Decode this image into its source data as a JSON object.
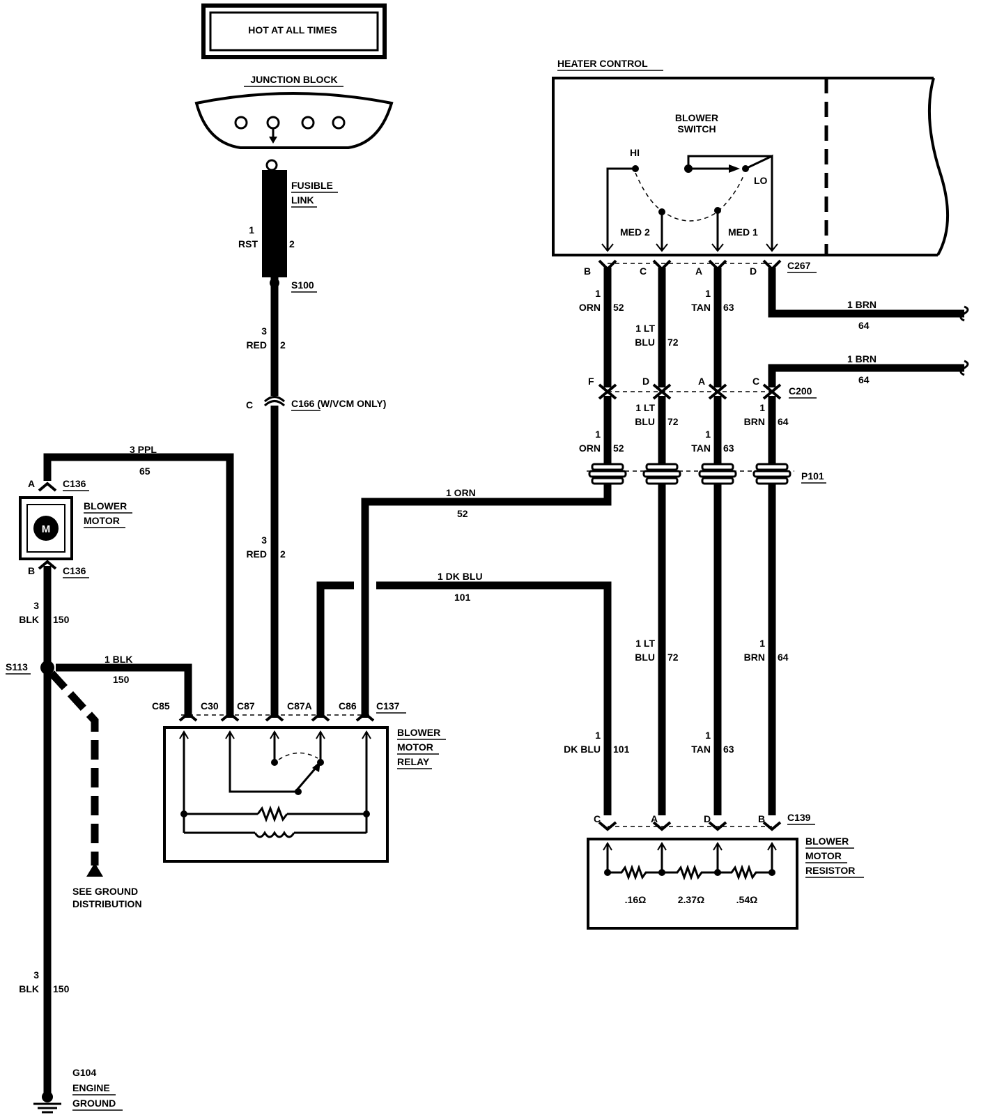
{
  "hot_box": "HOT AT ALL TIMES",
  "junction_block": "JUNCTION BLOCK",
  "fusible_link": [
    "FUSIBLE",
    "LINK"
  ],
  "fl_size": "1",
  "fl_color": "RST",
  "fl_circuit": "2",
  "s100": "S100",
  "feed_red": {
    "size": "3",
    "color": "RED",
    "circuit": "2"
  },
  "c166": {
    "pin": "C",
    "label": "C166 (W/VCM ONLY)"
  },
  "ppl_wire": {
    "label": "3 PPL",
    "circuit": "65"
  },
  "c136": {
    "a": "A",
    "b": "B",
    "name": "C136"
  },
  "blower_motor": [
    "BLOWER",
    "MOTOR"
  ],
  "motor_glyph": "M",
  "blk_upper": {
    "size": "3",
    "color": "BLK",
    "circuit": "150"
  },
  "s113": "S113",
  "blk_relay": {
    "label": "1 BLK",
    "circuit": "150"
  },
  "ground_dist": [
    "SEE GROUND",
    "DISTRIBUTION"
  ],
  "blk_lower": {
    "size": "3",
    "color": "BLK",
    "circuit": "150"
  },
  "g104": [
    "G104",
    "ENGINE",
    "GROUND"
  ],
  "relay_pins": [
    "C85",
    "C30",
    "C87",
    "C87A",
    "C86"
  ],
  "c137": "C137",
  "relay_name": [
    "BLOWER",
    "MOTOR",
    "RELAY"
  ],
  "orn_wire": {
    "label": "1 ORN",
    "circuit": "52"
  },
  "dkblu_wire": {
    "label": "1 DK BLU",
    "circuit": "101"
  },
  "heater_control": "HEATER CONTROL",
  "blower_switch": [
    "BLOWER",
    "SWITCH"
  ],
  "switch_pos": {
    "hi": "HI",
    "lo": "LO",
    "med2": "MED 2",
    "med1": "MED 1"
  },
  "c267": {
    "pins": [
      "B",
      "C",
      "A",
      "D"
    ],
    "name": "C267"
  },
  "brn_top": {
    "label": "1 BRN",
    "circuit": "64"
  },
  "brn_mid": {
    "label": "1 BRN",
    "circuit": "64"
  },
  "c200": {
    "pins": [
      "F",
      "D",
      "A",
      "C"
    ],
    "name": "C200"
  },
  "p101": "P101",
  "wires": {
    "orn52": {
      "size": "1",
      "color": "ORN",
      "circuit": "52"
    },
    "ltblu72_a": {
      "size": "1 LT",
      "color": "BLU",
      "circuit": "72"
    },
    "tan63_a": {
      "size": "1",
      "color": "TAN",
      "circuit": "63"
    },
    "ltblu72_b": {
      "size": "1 LT",
      "color": "BLU",
      "circuit": "72"
    },
    "brn64_b": {
      "size": "1",
      "color": "BRN",
      "circuit": "64"
    },
    "orn52_b": {
      "size": "1",
      "color": "ORN",
      "circuit": "52"
    },
    "tan63_b": {
      "size": "1",
      "color": "TAN",
      "circuit": "63"
    },
    "ltblu72_c": {
      "size": "1 LT",
      "color": "BLU",
      "circuit": "72"
    },
    "brn64_c": {
      "size": "1",
      "color": "BRN",
      "circuit": "64"
    },
    "dkblu101": {
      "size": "1",
      "color": "DK BLU",
      "circuit": "101"
    },
    "tan63_c": {
      "size": "1",
      "color": "TAN",
      "circuit": "63"
    }
  },
  "c139": {
    "pins": [
      "C",
      "A",
      "D",
      "B"
    ],
    "name": "C139"
  },
  "resistor_name": [
    "BLOWER",
    "MOTOR",
    "RESISTOR"
  ],
  "resistances": [
    ".16Ω",
    "2.37Ω",
    ".54Ω"
  ]
}
